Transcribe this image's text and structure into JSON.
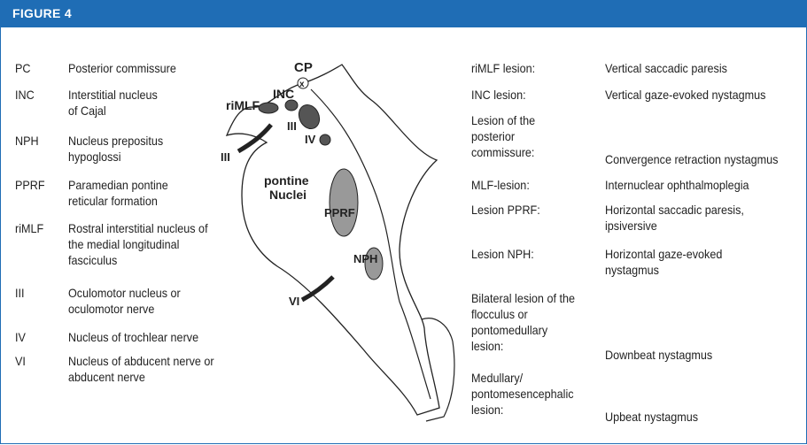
{
  "header": {
    "title": "FIGURE 4"
  },
  "legend": [
    {
      "abbr": "PC",
      "definition": "Posterior commissure"
    },
    {
      "abbr": "INC",
      "definition": "Interstitial nucleus of Cajal"
    },
    {
      "abbr": "NPH",
      "definition": "Nucleus prepositus hypoglossi"
    },
    {
      "abbr": "PPRF",
      "definition": "Paramedian pontine reticular formation"
    },
    {
      "abbr": "riMLF",
      "definition": "Rostral interstitial nucleus of the medial longitudinal fasciculus"
    },
    {
      "abbr": "III",
      "definition": "Oculomotor nucleus or oculomotor nerve"
    },
    {
      "abbr": "IV",
      "definition": "Nucleus of trochlear nerve"
    },
    {
      "abbr": "VI",
      "definition": "Nucleus of abducent nerve or abducent nerve"
    }
  ],
  "diagram": {
    "labels": {
      "cp": "CP",
      "inc": "INC",
      "rimlf": "riMLF",
      "iii_nucleus": "III",
      "iv": "IV",
      "iii_nerve": "III",
      "pontine": "pontine",
      "nuclei": "Nuclei",
      "pprf": "PPRF",
      "nph": "NPH",
      "vi": "VI",
      "commissure_mark": "x"
    }
  },
  "lesions": [
    {
      "lesion": "riMLF lesion:",
      "effect": "Vertical saccadic paresis"
    },
    {
      "lesion": "INC lesion:",
      "effect": "Vertical gaze-evoked nystagmus"
    },
    {
      "lesion": "Lesion of the posterior commissure:",
      "effect": "Convergence retraction nystagmus"
    },
    {
      "lesion": "MLF-lesion:",
      "effect": "Internuclear ophthalmoplegia"
    },
    {
      "lesion": "Lesion PPRF:",
      "effect": "Horizontal saccadic paresis, ipsiversive"
    },
    {
      "lesion": "Lesion NPH:",
      "effect": "Horizontal gaze-evoked nystagmus"
    },
    {
      "lesion": "Bilateral lesion of the flocculus or pontomedullary lesion:",
      "effect": "Downbeat nystagmus"
    },
    {
      "lesion": "Medullary/ pontomesencephalic lesion:",
      "effect": "Upbeat nystagmus"
    }
  ]
}
